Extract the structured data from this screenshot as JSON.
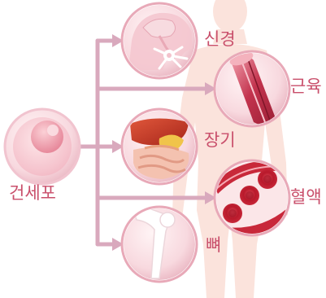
{
  "diagram": {
    "source": {
      "label": "건세포"
    },
    "targets": [
      {
        "id": "nerve",
        "label": "신경",
        "icon": "neuron-brain-icon"
      },
      {
        "id": "muscle",
        "label": "근육",
        "icon": "muscle-fiber-icon"
      },
      {
        "id": "organ",
        "label": "장기",
        "icon": "liver-intestine-icon"
      },
      {
        "id": "blood",
        "label": "혈액",
        "icon": "red-blood-cells-icon"
      },
      {
        "id": "bone",
        "label": "뼈",
        "icon": "bone-icon"
      }
    ],
    "colors": {
      "label_text": "#c94f6b",
      "arrow": "#d9a9bd",
      "silhouette": "#fbe3dc",
      "circle_fill": "#f9dde2",
      "circle_ring": "#e8a9b8"
    }
  }
}
